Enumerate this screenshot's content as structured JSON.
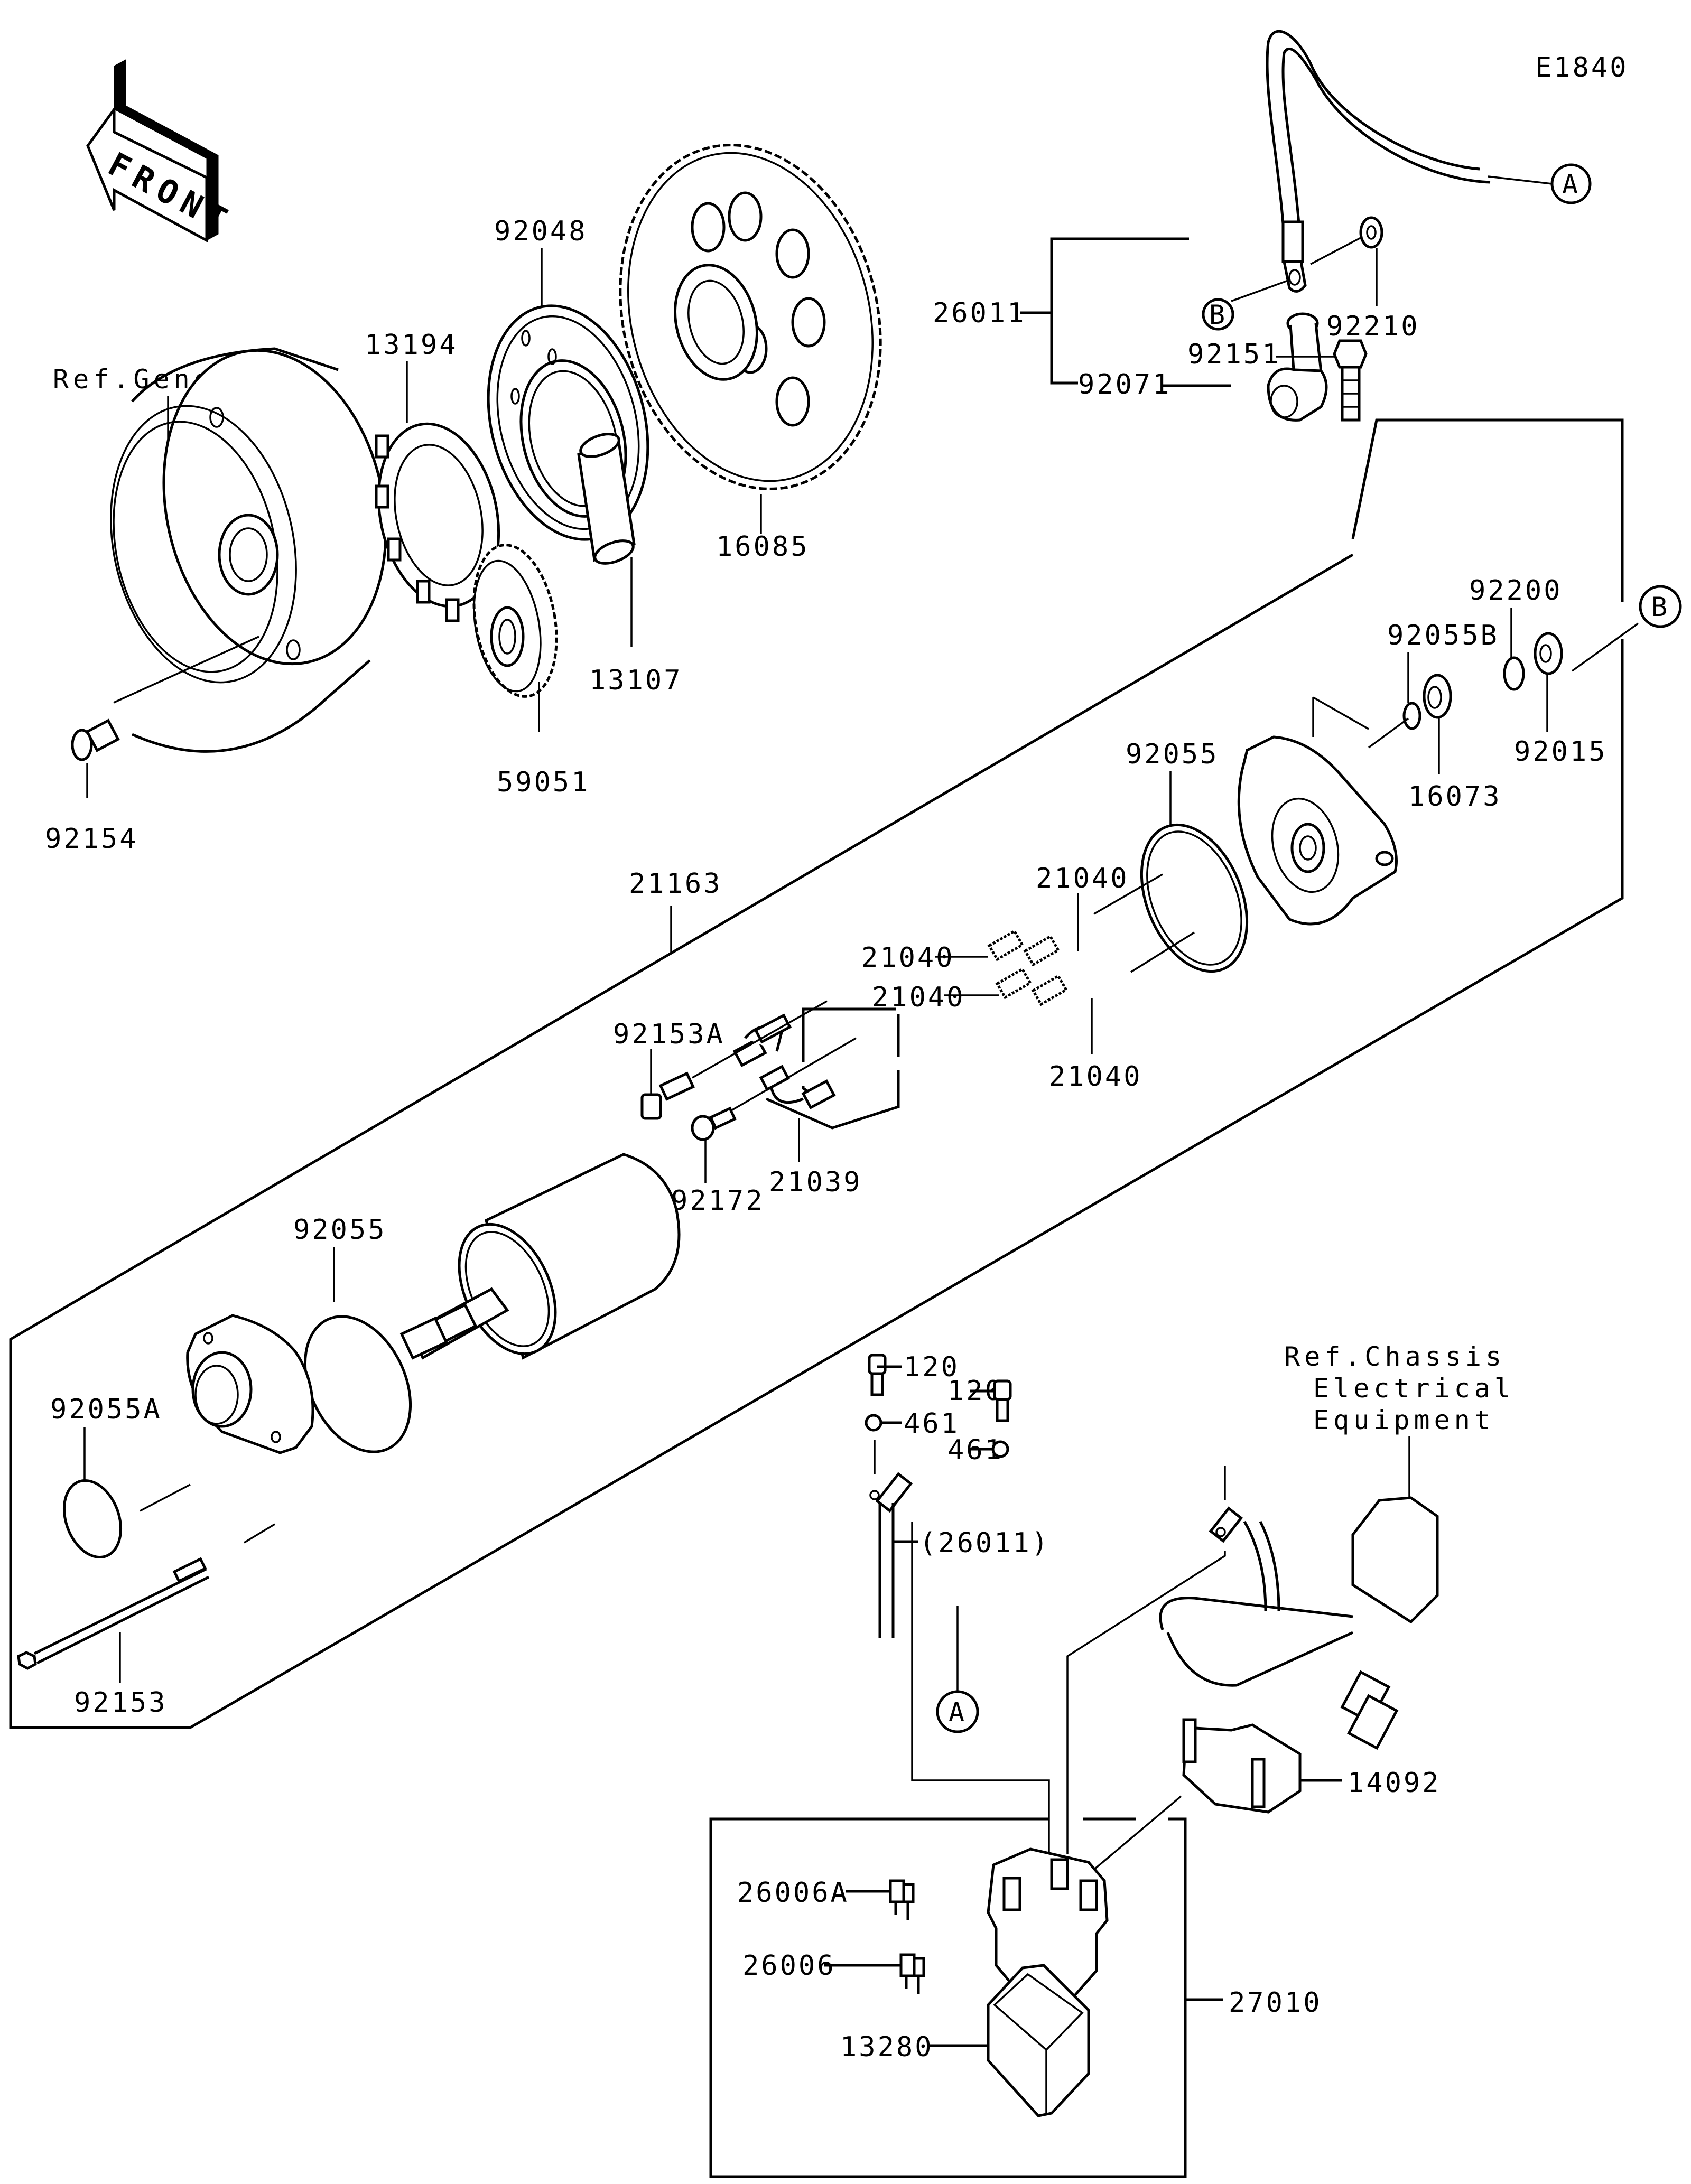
{
  "diagram": {
    "code": "E1840",
    "front_arrow_label": "FRONT",
    "references": {
      "generator": "Ref.Generator",
      "chassis_electrical": [
        "Ref.Chassis",
        "Electrical",
        "Equipment"
      ]
    },
    "connection_markers": {
      "A": "A",
      "B": "B"
    },
    "colors": {
      "line": "#000000",
      "background": "#ffffff"
    }
  },
  "parts": {
    "p92048": "92048",
    "p13194": "13194",
    "p16085": "16085",
    "p13107": "13107",
    "p59051": "59051",
    "p92154": "92154",
    "p26011": "26011",
    "p92210": "92210",
    "p92071": "92071",
    "p92151": "92151",
    "p92200": "92200",
    "p92055B": "92055B",
    "p92015": "92015",
    "p16073": "16073",
    "p92055_upper": "92055",
    "p21163": "21163",
    "p21040_a": "21040",
    "p21040_b": "21040",
    "p21040_c": "21040",
    "p21040_d": "21040",
    "p92153A": "92153A",
    "p92172": "92172",
    "p21039": "21039",
    "p92055_lower": "92055",
    "p92055A": "92055A",
    "p92153": "92153",
    "p120_a": "120",
    "p120_b": "120",
    "p461_a": "461",
    "p461_b": "461",
    "p26011_ref": "(26011)",
    "p14092": "14092",
    "p26006A": "26006A",
    "p26006": "26006",
    "p27010": "27010",
    "p13280": "13280"
  }
}
